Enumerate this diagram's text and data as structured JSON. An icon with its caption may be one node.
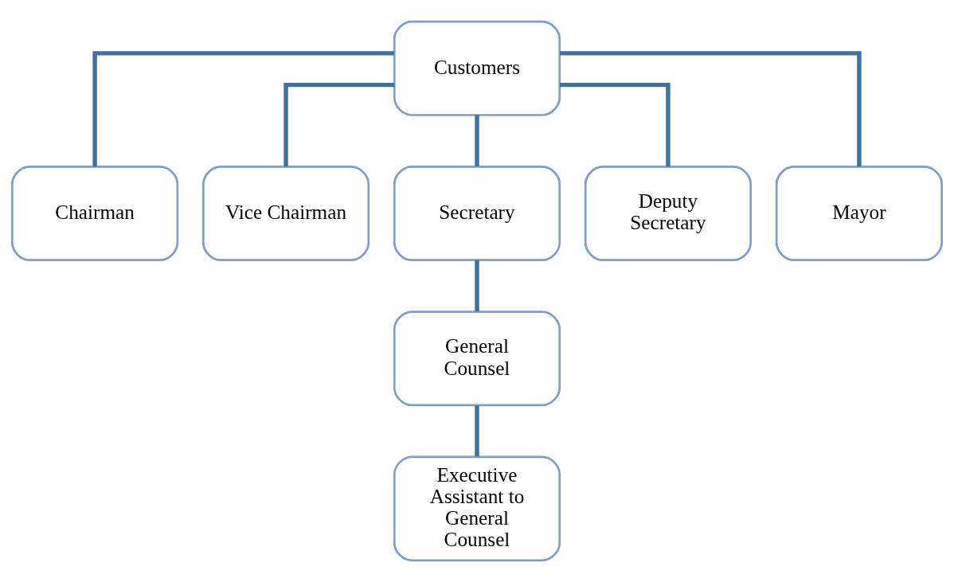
{
  "diagram": {
    "nodes": [
      {
        "text": [
          "Customers"
        ]
      },
      {
        "text": [
          "Chairman"
        ]
      },
      {
        "text": [
          "Vice Chairman"
        ]
      },
      {
        "text": [
          "Secretary"
        ]
      },
      {
        "text": [
          "Deputy Secretary"
        ]
      },
      {
        "text": [
          "Mayor"
        ]
      },
      {
        "text": [
          "General Counsel"
        ]
      },
      {
        "text": [
          "Executive Assistant to General Counsel"
        ]
      }
    ],
    "edges": [
      {
        "from": 0,
        "to": 1,
        "arrow": "none"
      },
      {
        "from": 0,
        "to": 2,
        "arrow": "none"
      },
      {
        "from": 0,
        "to": 3,
        "arrow": "none"
      },
      {
        "from": 0,
        "to": 4,
        "arrow": "none"
      },
      {
        "from": 0,
        "to": 5,
        "arrow": "none"
      },
      {
        "from": 3,
        "to": 6,
        "arrow": "none"
      },
      {
        "from": 6,
        "to": 7,
        "arrow": "none"
      }
    ]
  }
}
